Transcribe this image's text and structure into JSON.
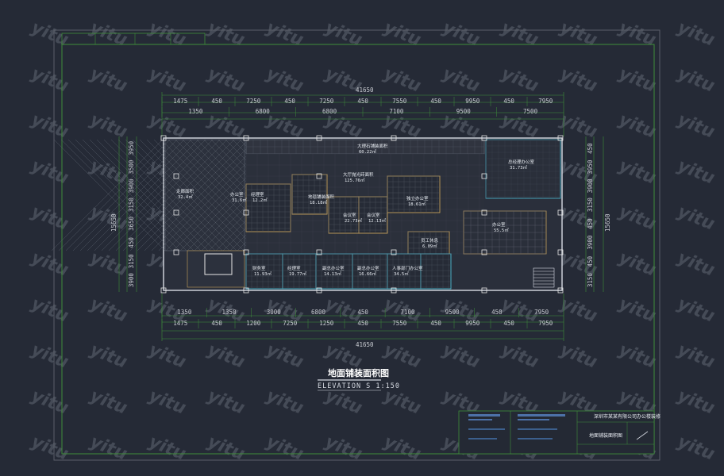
{
  "drawing": {
    "title": "地面铺装面积图",
    "scale": "ELEVATION S 1:150",
    "watermark": "yitu"
  },
  "dimensions": {
    "overall_top": "41650",
    "overall_bottom": "41650",
    "top_row1": [
      "1475",
      "450",
      "7250",
      "450",
      "7250",
      "450",
      "7550",
      "450",
      "9950",
      "450",
      "7950"
    ],
    "top_row2": [
      "1350",
      "6800",
      "6800",
      "7100",
      "9500",
      "7500"
    ],
    "bottom_row1": [
      "1350",
      "1350",
      "3000",
      "6800",
      "450",
      "7100",
      "9500",
      "450",
      "7950"
    ],
    "bottom_row2": [
      "1475",
      "450",
      "1200",
      "7250",
      "1250",
      "450",
      "7550",
      "450",
      "9950",
      "450",
      "7950"
    ],
    "left_outer": [
      "3950",
      "3500",
      "3900",
      "3150",
      "3650",
      "450",
      "3150",
      "3900"
    ],
    "left_total": "15650",
    "right_outer": [
      "450",
      "3950",
      "3900",
      "3150",
      "450",
      "3900",
      "450",
      "3150"
    ],
    "right_total": "15650"
  },
  "rooms": [
    {
      "name": "大理石铺装面积",
      "area": "60.22㎡"
    },
    {
      "name": "走廊面积",
      "area": "32.4㎡"
    },
    {
      "name": "大厅抛光砖面积",
      "area": "125.76㎡"
    },
    {
      "name": "独立办公室",
      "area": "18.61㎡"
    },
    {
      "name": "地毯铺装面积",
      "area": "18.18㎡"
    },
    {
      "name": "会议室",
      "area": "22.73㎡"
    },
    {
      "name": "会议室",
      "area": "12.13㎡"
    },
    {
      "name": "总经理办公室",
      "area": "31.73㎡"
    },
    {
      "name": "员工休息",
      "area": "6.09㎡"
    },
    {
      "name": "办公室",
      "area": "55.5㎡"
    },
    {
      "name": "办公室",
      "area": "31.6㎡"
    },
    {
      "name": "经理室",
      "area": "12.2㎡"
    },
    {
      "name": "财务室",
      "area": "11.93㎡"
    },
    {
      "name": "经理室",
      "area": "19.77㎡"
    },
    {
      "name": "副总办公室",
      "area": "14.13㎡"
    },
    {
      "name": "副总办公室",
      "area": "16.66㎡"
    },
    {
      "name": "人事部门办公室",
      "area": "34.5㎡"
    }
  ],
  "title_block": {
    "project": "深圳市某某有限公司办公楼装修",
    "sheet": "地面铺装面积图"
  }
}
